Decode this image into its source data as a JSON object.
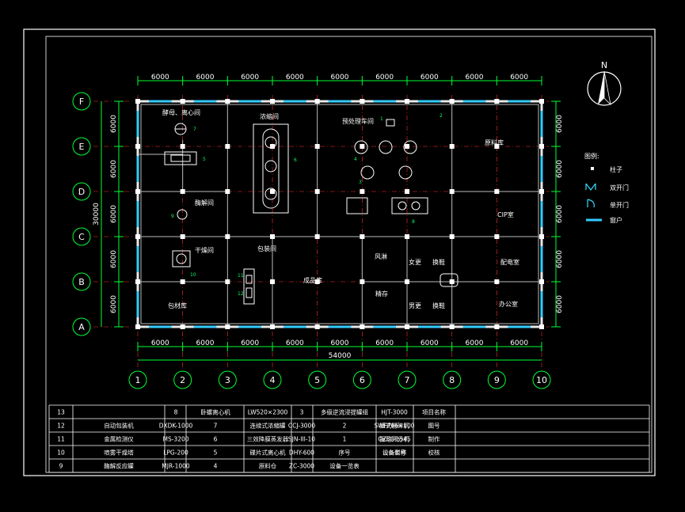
{
  "axes": {
    "columns": [
      "1",
      "2",
      "3",
      "4",
      "5",
      "6",
      "7",
      "8",
      "9",
      "10"
    ],
    "rows": [
      "F",
      "E",
      "D",
      "C",
      "B",
      "A"
    ]
  },
  "dimensions": {
    "top_spans": [
      "6000",
      "6000",
      "6000",
      "6000",
      "6000",
      "6000",
      "6000",
      "6000",
      "6000"
    ],
    "bottom_spans": [
      "6000",
      "6000",
      "6000",
      "6000",
      "6000",
      "6000",
      "6000",
      "6000",
      "6000"
    ],
    "total_width": "54000",
    "left_spans": [
      "6000",
      "6000",
      "6000",
      "6000",
      "6000"
    ],
    "total_height": "30000",
    "right_spans": [
      "6000",
      "6000",
      "6000",
      "6000",
      "6000"
    ]
  },
  "north": "N",
  "rooms": {
    "fajiao": "酵母、离心间",
    "nongsuo": "浓缩间",
    "yuchuli": "预处理车间",
    "yuanliao": "原料库",
    "mianjiao": "酶解间",
    "cip": "CIP室",
    "ganzao": "干燥间",
    "baozhuang": "包装间",
    "chengpin": "成品库",
    "fengyu": "风淋",
    "nvgeng": "女更",
    "huanxie1": "换鞋",
    "peidian": "配电室",
    "jingcun": "精存",
    "nangeng": "男更",
    "huanxie2": "换鞋",
    "bangong": "办公室",
    "baocai": "包材库"
  },
  "legend": {
    "title": "图例:",
    "items": [
      "柱子",
      "双开门",
      "单开门",
      "窗户"
    ]
  },
  "equipment_labels": [
    "1",
    "2",
    "3",
    "4",
    "5",
    "6",
    "7",
    "8",
    "9",
    "10",
    "11",
    "12"
  ],
  "table": {
    "rows": [
      [
        "13",
        "",
        "8",
        "卧螺离心机",
        "LW520×2300",
        "3",
        "多级逆流浸提罐组",
        "HJT-3000"
      ],
      [
        "12",
        "自动包装机",
        "DXDK-1000",
        "7",
        "连续式浓缩罐",
        "CCJ-3000",
        "2",
        "锤式粉碎机"
      ],
      [
        "11",
        "金属检测仪",
        "MS-3200",
        "6",
        "三效降膜蒸发器",
        "SJN-III-10",
        "1",
        "振动筛分机"
      ],
      [
        "10",
        "喷雾干燥塔",
        "LPG-200",
        "5",
        "碟片式离心机",
        "DHY-600",
        "序号",
        "设备名称"
      ],
      [
        "9",
        "酶解反应罐",
        "MJR-1000",
        "4",
        "原料仓",
        "ZC-3000",
        "",
        ""
      ]
    ],
    "extra": {
      "r0_model3": "",
      "r1_model1": "SWFP66×100",
      "r2_model0": "GZSL-1545",
      "r3_head": "设备型号",
      "r4_caption": "设备一览表"
    },
    "titleblock": {
      "project": "项目名称",
      "drawing_no": "图号",
      "drawn": "制作",
      "checked": "校核"
    }
  }
}
